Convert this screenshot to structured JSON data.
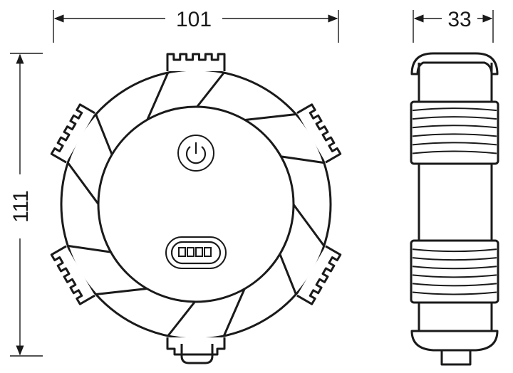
{
  "dimensions": {
    "width": "101",
    "height": "111",
    "depth": "33"
  },
  "views": {
    "front": {
      "icons": [
        "power-icon",
        "battery-indicator-icon"
      ]
    },
    "side": {}
  },
  "colors": {
    "line": "#1a1a1a",
    "background": "#ffffff"
  }
}
